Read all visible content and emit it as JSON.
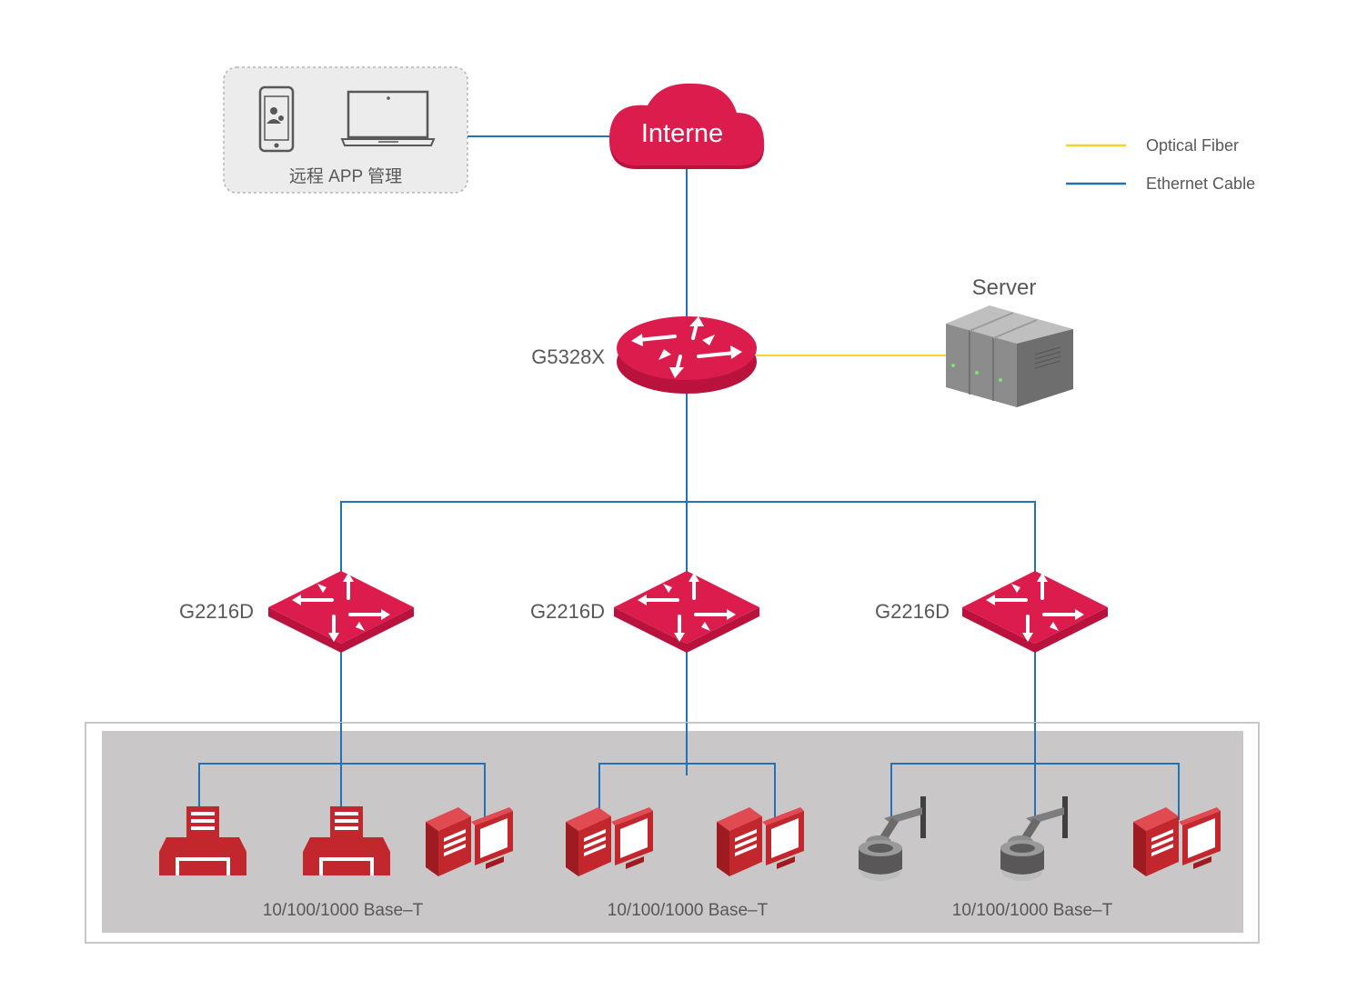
{
  "remote": {
    "label": "远程 APP 管理"
  },
  "cloud": {
    "label": "Interne"
  },
  "legend": {
    "fiber": "Optical Fiber",
    "ethernet": "Ethernet Cable"
  },
  "core": {
    "label": "G5328X"
  },
  "server": {
    "label": "Server"
  },
  "access": [
    {
      "label": "G2216D"
    },
    {
      "label": "G2216D"
    },
    {
      "label": "G2216D"
    }
  ],
  "groups": [
    {
      "label": "10/100/1000 Base–T"
    },
    {
      "label": "10/100/1000 Base–T"
    },
    {
      "label": "10/100/1000 Base–T"
    }
  ],
  "colors": {
    "brand": "#dd1c4e",
    "ethernet": "#2272b5",
    "fiber": "#f5d328",
    "device": "#c1272d",
    "panel": "#c9c7c7"
  }
}
